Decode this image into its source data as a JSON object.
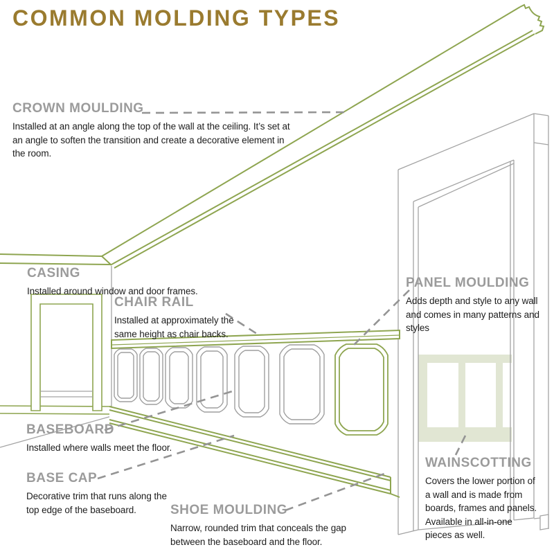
{
  "title": "COMMON MOLDING TYPES",
  "colors": {
    "title_gold": "#9a7b2f",
    "callout_label_gray": "#9b9b9b",
    "body_text": "#1d1d1d",
    "molding_green": "#8ea550",
    "drawing_gray": "#a3a3a3",
    "connector_gray": "#949494",
    "wainscot_fill": "#e1e6d3"
  },
  "callouts": {
    "crown_moulding": {
      "name": "CROWN MOULDING",
      "description": "Installed at an angle along the top of the wall at the ceiling.  It’s set at\nan angle to soften the transition and create a decorative element in\nthe room."
    },
    "casing": {
      "name": "CASING",
      "description": "Installed around window and door frames."
    },
    "chair_rail": {
      "name": "CHAIR RAIL",
      "description": "Installed at approximately the\nsame height as chair backs."
    },
    "panel_moulding": {
      "name": "PANEL MOULDING",
      "description": "Adds depth and style to any wall\nand comes in many patterns and styles"
    },
    "baseboard": {
      "name": "BASEBOARD",
      "description": "Installed where walls meet the floor."
    },
    "base_cap": {
      "name": "BASE CAP",
      "description": "Decorative trim that runs along the\ntop edge of the baseboard."
    },
    "shoe_moulding": {
      "name": "SHOE MOULDING",
      "description": "Narrow, rounded trim that conceals the gap\nbetween the baseboard and the floor."
    },
    "wainscotting": {
      "name": "WAINSCOTTING",
      "description": "Covers the lower portion of\na wall and is made from\nboards, frames and panels.\nAvailable in all-in-one\npieces as well."
    }
  }
}
